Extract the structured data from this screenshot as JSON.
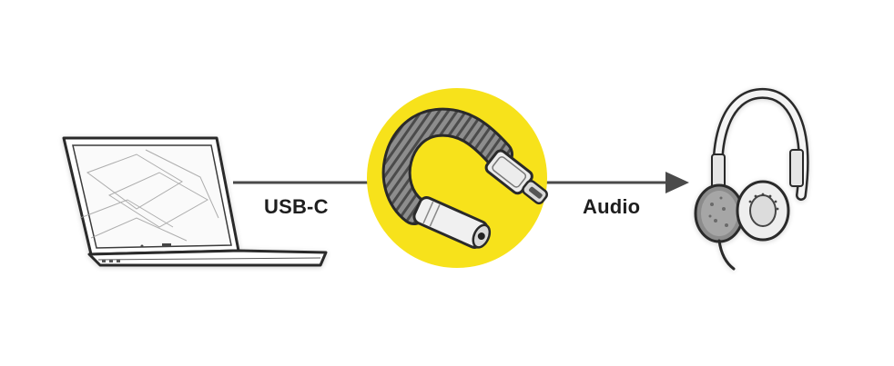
{
  "labels": {
    "laptop_to_adapter": "USB-C",
    "adapter_to_headphones": "Audio"
  },
  "nodes": [
    {
      "id": "laptop",
      "icon": "laptop-icon"
    },
    {
      "id": "adapter",
      "icon": "usb-c-audio-adapter-icon"
    },
    {
      "id": "headphones",
      "icon": "headphones-icon"
    }
  ],
  "colors": {
    "accent_circle": "#f7e21b",
    "line": "#4a4a4a",
    "outline": "#2a2a2a",
    "text": "#1e1e1e"
  }
}
